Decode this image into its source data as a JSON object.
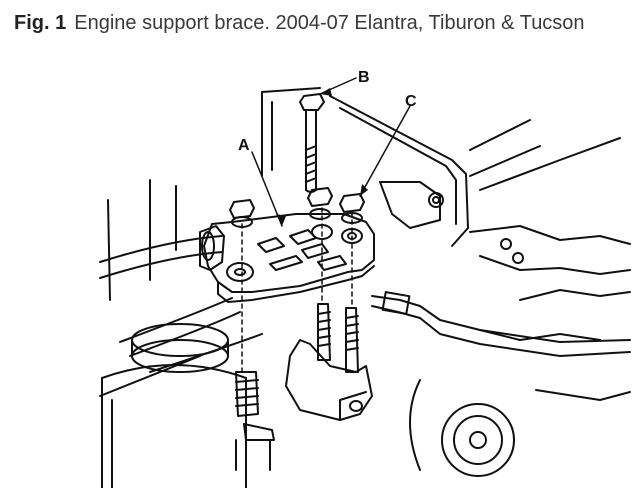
{
  "caption": {
    "figure_label": "Fig. 1",
    "description": "Engine support brace. 2004-07 Elantra, Tiburon & Tucson"
  },
  "diagram": {
    "callouts": [
      "A",
      "B",
      "C"
    ],
    "line_color": "#111111",
    "background": "#ffffff"
  }
}
